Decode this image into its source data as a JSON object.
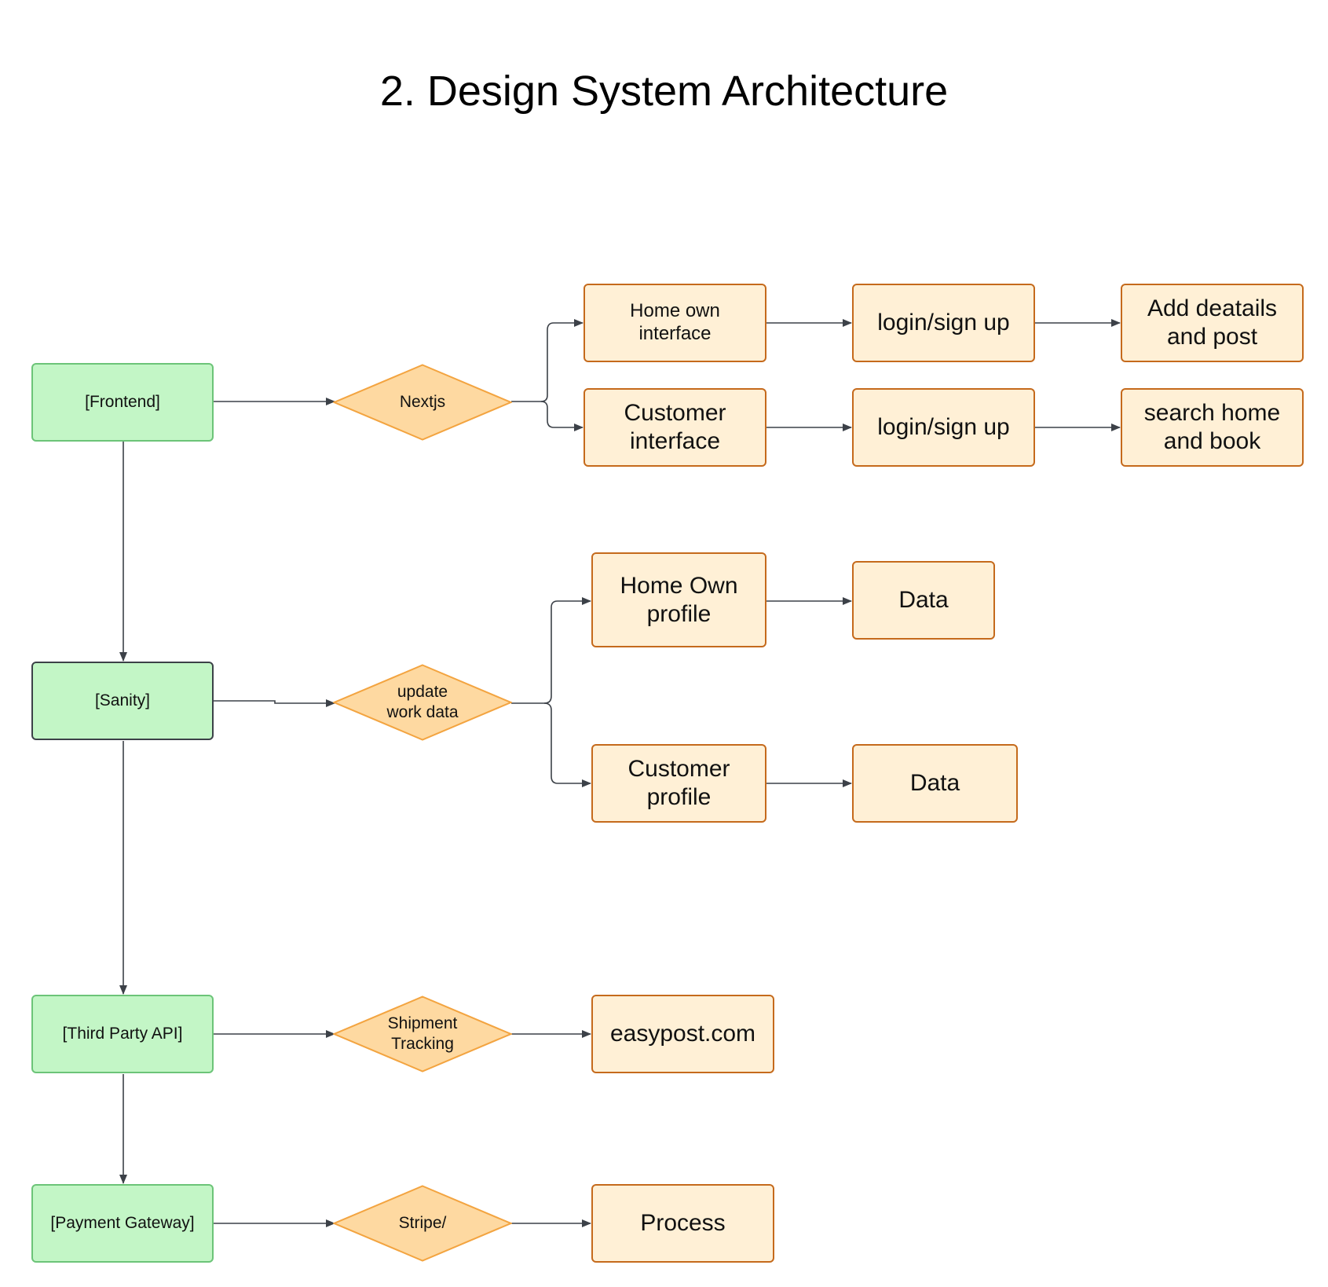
{
  "title": "2. Design System Architecture",
  "nodes": {
    "frontend": "[Frontend]",
    "nextjs": "Nextjs",
    "home_own_interface": "Home own\ninterface",
    "customer_interface": "Customer\ninterface",
    "login_signup_1": "login/sign up",
    "login_signup_2": "login/sign up",
    "add_details": "Add deatails\nand post",
    "search_home": "search home\nand book",
    "sanity": "[Sanity]",
    "update_work_data": "update\nwork data",
    "home_own_profile": "Home Own\nprofile",
    "customer_profile": "Customer\nprofile",
    "data_1": "Data",
    "data_2": "Data",
    "third_party_api": "[Third Party API]",
    "shipment_tracking": "Shipment\nTracking",
    "easypost": "easypost.com",
    "payment_gateway": "[Payment Gateway]",
    "stripe": "Stripe/",
    "process": "Process"
  },
  "colors": {
    "green_fill": "#c3f6c6",
    "green_stroke": "#6cc478",
    "diamond_fill": "#fed9a1",
    "diamond_stroke": "#f3a440",
    "box_fill": "#fff0d6",
    "box_stroke": "#c56a1c",
    "connector": "#3c4148"
  }
}
